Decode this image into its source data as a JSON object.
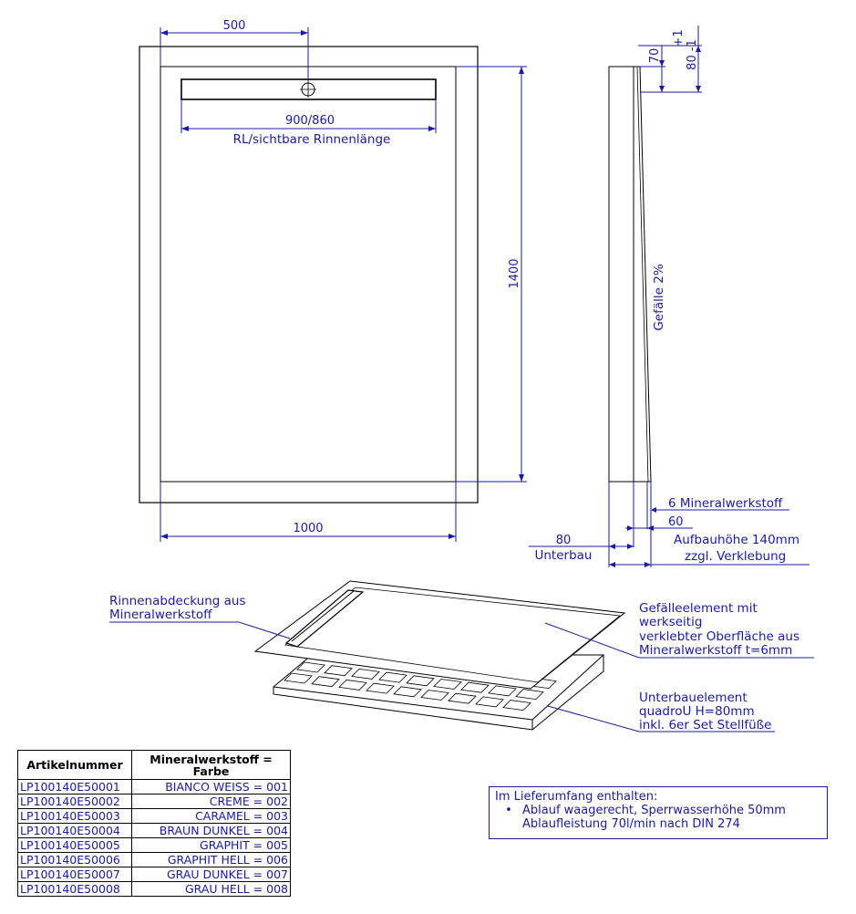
{
  "dimensions": {
    "width_top": "500",
    "channel": "900/860",
    "channel_label": "RL/sichtbare Rinnenlänge",
    "height": "1400",
    "width_bottom": "1000",
    "side_70": "70",
    "side_tol": "+1",
    "side_80": "80 -1",
    "slope": "Gefälle 2%",
    "mineral": "6 Mineralwerkstoff",
    "d60": "60",
    "d80": "80",
    "unterbau": "Unterbau",
    "aufbau": "Aufbauhöhe 140mm",
    "verklebung": "zzgl. Verklebung"
  },
  "callouts": {
    "rinne": [
      "Rinnenabdeckung aus",
      "Mineralwerkstoff"
    ],
    "gefaelle": [
      "Gefälleelement mit",
      "werkseitig",
      "verklebter Oberfläche aus",
      "Mineralwerkstoff t=6mm"
    ],
    "unterbau": [
      "Unterbauelement",
      "quadroU H=80mm",
      "inkl. 6er Set Stellfüße"
    ]
  },
  "table": {
    "headers": [
      "Artikelnummer",
      "Mineralwerkstoff = Farbe"
    ],
    "rows": [
      [
        "LP100140E50001",
        "BIANCO WEISS = 001"
      ],
      [
        "LP100140E50002",
        "CREME = 002"
      ],
      [
        "LP100140E50003",
        "CARAMEL = 003"
      ],
      [
        "LP100140E50004",
        "BRAUN DUNKEL = 004"
      ],
      [
        "LP100140E50005",
        "GRAPHIT = 005"
      ],
      [
        "LP100140E50006",
        "GRAPHIT HELL = 006"
      ],
      [
        "LP100140E50007",
        "GRAU DUNKEL = 007"
      ],
      [
        "LP100140E50008",
        "GRAU HELL = 008"
      ]
    ]
  },
  "note": {
    "title": "Im Lieferumfang enthalten:",
    "bullet": "•",
    "line1": "Ablauf waagerecht, Sperrwasserhöhe 50mm",
    "line2": "Ablaufleistung 70l/min nach DIN 274"
  },
  "colors": {
    "annotation": "#1a1aa6",
    "outline": "#000000"
  }
}
